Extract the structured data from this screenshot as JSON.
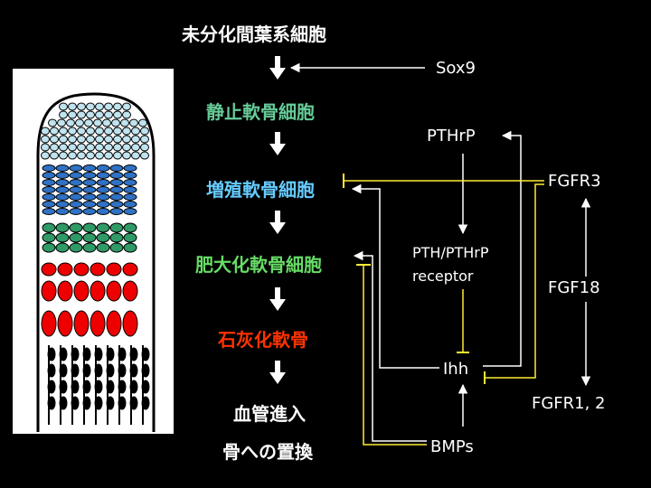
{
  "colors": {
    "background": "#000000",
    "white": "#ffffff",
    "resting": "#66cc99",
    "proliferating": "#66ccff",
    "hypertrophic": "#66dd66",
    "calcified": "#ff3300",
    "feedback": "#ffee33",
    "cell_pale": "#bfe3ef",
    "cell_blue": "#2f72c6",
    "cell_green": "#2f9a66",
    "cell_red": "#ee0000",
    "bone_black": "#000000"
  },
  "stages": {
    "s0": "未分化間葉系細胞",
    "s1": "静止軟骨細胞",
    "s2": "増殖軟骨細胞",
    "s3": "肥大化軟骨細胞",
    "s4": "石灰化軟骨",
    "s5": "血管進入",
    "s6": "骨への置換"
  },
  "factors": {
    "sox9": "Sox9",
    "pthrp": "PTHrP",
    "receptor_line1": "PTH/PTHrP",
    "receptor_line2": "receptor",
    "ihh": "Ihh",
    "bmps": "BMPs",
    "fgfr3": "FGFR3",
    "fgf18": "FGF18",
    "fgfr12": "FGFR1, 2"
  }
}
